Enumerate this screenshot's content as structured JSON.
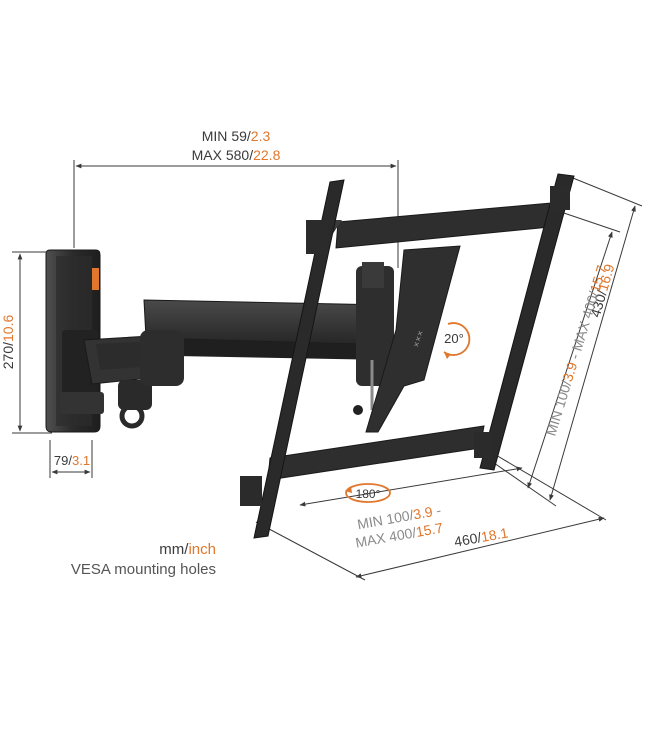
{
  "units": {
    "mm": "mm",
    "sep": "/",
    "inch": "inch"
  },
  "legend_caption": "VESA mounting holes",
  "colors": {
    "metric": "#3a3a3a",
    "imperial": "#e0772d",
    "hardware": "#2e2e2e"
  },
  "dimensions": {
    "extension_min": {
      "prefix": "MIN ",
      "mm": "59",
      "sep": "/",
      "inch": "2.3"
    },
    "extension_max": {
      "prefix": "MAX ",
      "mm": "580",
      "sep": "/",
      "inch": "22.8"
    },
    "wall_plate_height": {
      "mm": "270",
      "sep": "/",
      "inch": "10.6"
    },
    "wall_plate_depth": {
      "mm": "79",
      "sep": "/",
      "inch": "3.1"
    },
    "vesa_vertical": {
      "prefix": "MIN 100",
      "sep1": "/",
      "min_inch": "3.9",
      "mid": " - MAX 400",
      "sep2": "/",
      "max_inch": "15.7"
    },
    "bracket_height": {
      "mm": "430",
      "sep": "/",
      "inch": "16.9"
    },
    "vesa_horizontal_min": {
      "prefix": "MIN 100",
      "sep": "/",
      "inch": "3.9",
      "suffix": " -"
    },
    "vesa_horizontal_max": {
      "prefix": "MAX 400",
      "sep": "/",
      "inch": "15.7"
    },
    "bracket_width": {
      "mm": "460",
      "sep": "/",
      "inch": "18.1"
    }
  },
  "motion": {
    "tilt": "20°",
    "swivel": "180°"
  },
  "icons": [
    "arrow-head-icon",
    "tilt-arrow-icon",
    "swivel-arrow-icon",
    "brand-logo-icon"
  ]
}
